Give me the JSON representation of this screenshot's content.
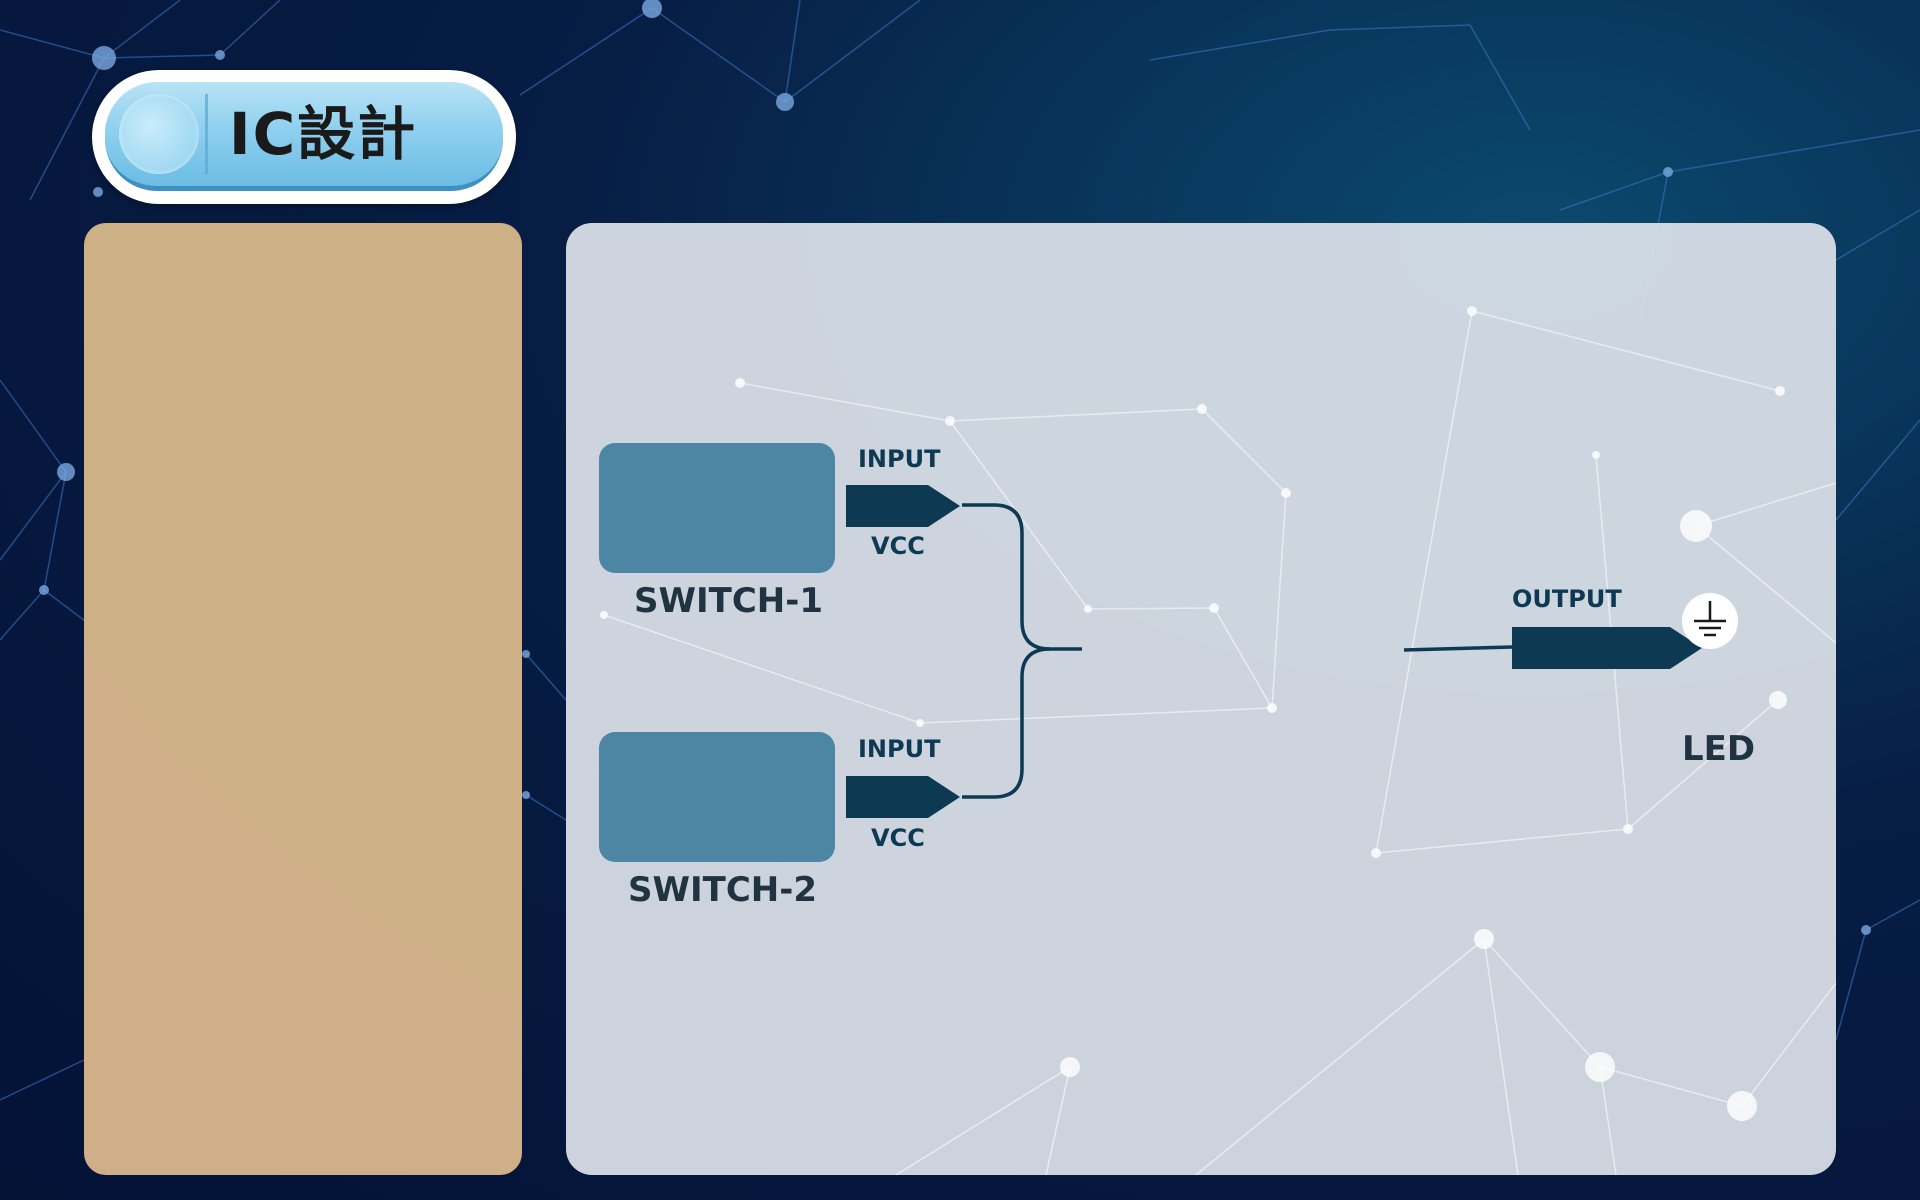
{
  "title": "IC設計",
  "diagram": {
    "switch1": {
      "label": "SWITCH-1",
      "input": "INPUT",
      "vcc": "VCC"
    },
    "switch2": {
      "label": "SWITCH-2",
      "input": "INPUT",
      "vcc": "VCC"
    },
    "output": {
      "label": "OUTPUT"
    },
    "led": {
      "label": "LED"
    },
    "icons": {
      "ground": "ground-icon"
    }
  },
  "colors": {
    "background": "#071d44",
    "side_panel": "#d6b68a",
    "main_panel": "#dde2ea",
    "switch_box": "#4d86a5",
    "connector": "#0d3a52",
    "title_pill": "#8fd0ef"
  }
}
